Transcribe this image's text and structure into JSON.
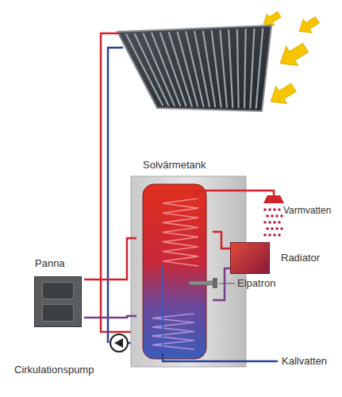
{
  "diagram": {
    "nodes": [
      {
        "text": [
          "Solvärmetank"
        ]
      },
      {
        "text": [
          "Radiator"
        ]
      },
      {
        "text": [
          "Panna"
        ]
      }
    ],
    "edges": [
      {
        "from": 2,
        "to": 0,
        "arrow": "none"
      },
      {
        "from": 2,
        "to": 0,
        "arrow": "none"
      },
      {
        "from": 0,
        "to": 1,
        "arrow": "none"
      },
      {
        "from": 1,
        "to": 0,
        "arrow": "none"
      }
    ],
    "labels": [
      "Varmvatten",
      "Elpatron",
      "Cirkulationspump",
      "Kallvatten"
    ]
  }
}
